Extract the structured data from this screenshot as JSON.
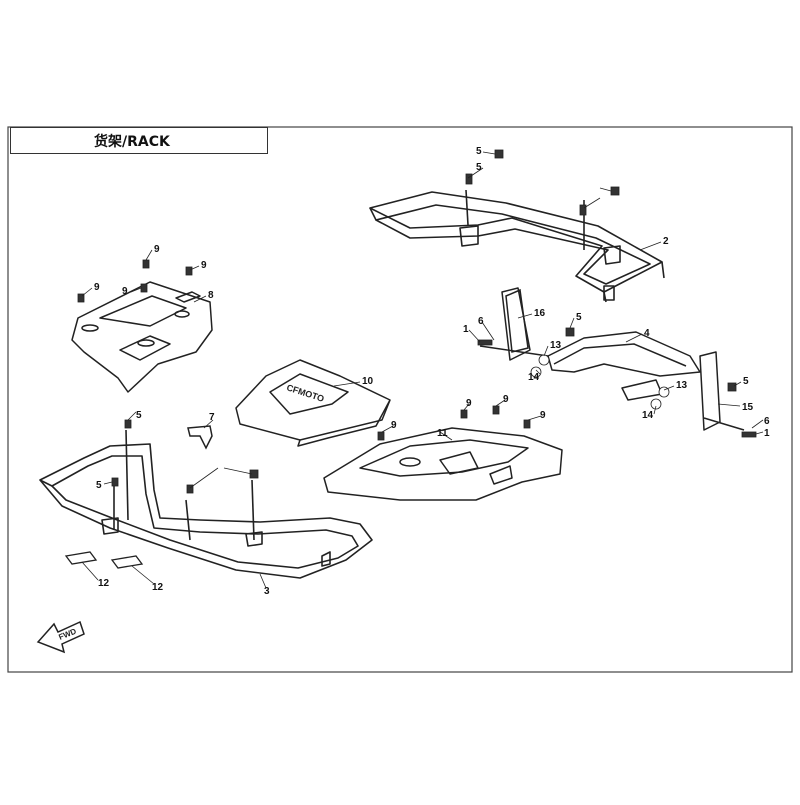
{
  "diagram": {
    "title": "货架/RACK",
    "fwd_label": "FWD",
    "brand_mark": "CFMOTO"
  },
  "callouts": [
    {
      "text": "5"
    },
    {
      "text": "5"
    },
    {
      "text": "2"
    },
    {
      "text": "9"
    },
    {
      "text": "9"
    },
    {
      "text": "9"
    },
    {
      "text": "9"
    },
    {
      "text": "8"
    },
    {
      "text": "16"
    },
    {
      "text": "5"
    },
    {
      "text": "1"
    },
    {
      "text": "6"
    },
    {
      "text": "4"
    },
    {
      "text": "13"
    },
    {
      "text": "14"
    },
    {
      "text": "10"
    },
    {
      "text": "5"
    },
    {
      "text": "13"
    },
    {
      "text": "7"
    },
    {
      "text": "9"
    },
    {
      "text": "9"
    },
    {
      "text": "9"
    },
    {
      "text": "14"
    },
    {
      "text": "15"
    },
    {
      "text": "6"
    },
    {
      "text": "1"
    },
    {
      "text": "11"
    },
    {
      "text": "9"
    },
    {
      "text": "5"
    },
    {
      "text": "5"
    },
    {
      "text": "12"
    },
    {
      "text": "12"
    },
    {
      "text": "3"
    }
  ]
}
